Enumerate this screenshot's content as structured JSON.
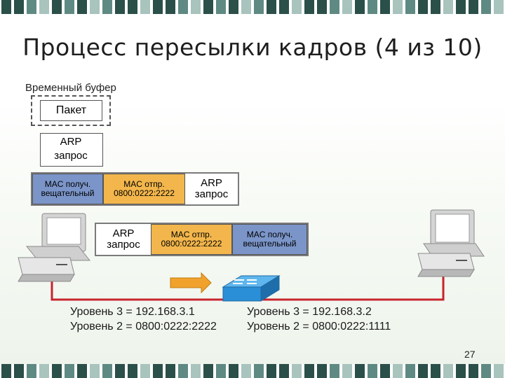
{
  "title": "Процесс пересылки кадров (4 из 10)",
  "buffer": {
    "label": "Временный буфер",
    "packet": "Пакет",
    "arp_request_line1": "ARP",
    "arp_request_line2": "запрос"
  },
  "frame_upper": {
    "mac_dst_line1": "MAC получ.",
    "mac_dst_line2": "вещательный",
    "mac_src_line1": "MAC отпр.",
    "mac_src_line2": "0800:0222:2222",
    "arp_line1": "ARP",
    "arp_line2": "запрос"
  },
  "frame_lower": {
    "arp_line1": "ARP",
    "arp_line2": "запрос",
    "mac_src_line1": "MAC отпр.",
    "mac_src_line2": "0800:0222:2222",
    "mac_dst_line1": "MAC получ.",
    "mac_dst_line2": "вещательный"
  },
  "host_left": {
    "l3": "Уровень 3 = 192.168.3.1",
    "l2": "Уровень 2 = 0800:0222:2222"
  },
  "host_right": {
    "l3": "Уровень 3 = 192.168.3.2",
    "l2": "Уровень 2 = 0800:0222:1111"
  },
  "page_number": "27",
  "colors": {
    "orange": "#f2b64c",
    "blue": "#7b95c9",
    "link": "#c8232c",
    "arrow": "#f0a22c",
    "switch": "#2a8fd6"
  }
}
